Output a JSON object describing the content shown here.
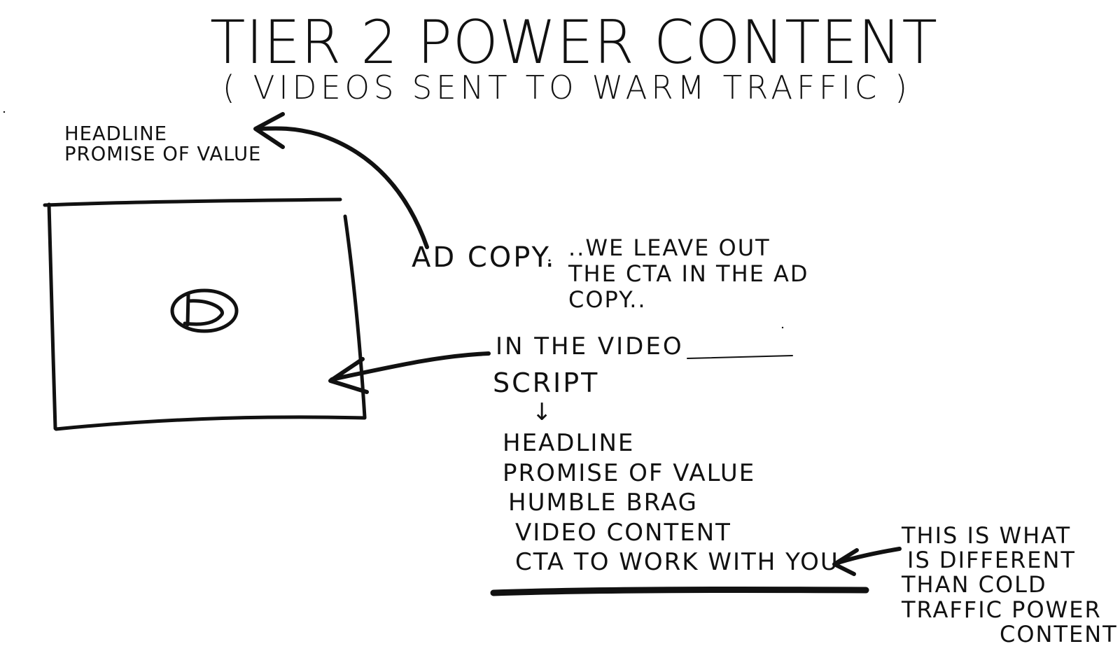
{
  "title": "TIER 2 POWER CONTENT",
  "subtitle": "( VIDEOS SENT TO WARM TRAFFIC )",
  "headline_note": [
    "HEADLINE",
    "PROMISE OF VALUE"
  ],
  "ad_copy": {
    "label": "AD COPY.",
    "note": [
      "..WE LEAVE OUT",
      "THE CTA IN THE AD",
      "COPY.."
    ]
  },
  "video": {
    "label": "IN THE VIDEO",
    "script_label": "SCRIPT",
    "down_arrow": "↓",
    "script_items": [
      "HEADLINE",
      "PROMISE OF VALUE",
      "HUMBLE BRAG",
      "VIDEO CONTENT",
      "CTA TO WORK WITH YOU"
    ],
    "icon": "play-icon"
  },
  "side_note": [
    "THIS IS WHAT",
    "IS DIFFERENT",
    "THAN COLD",
    "TRAFFIC POWER",
    "CONTENT"
  ]
}
